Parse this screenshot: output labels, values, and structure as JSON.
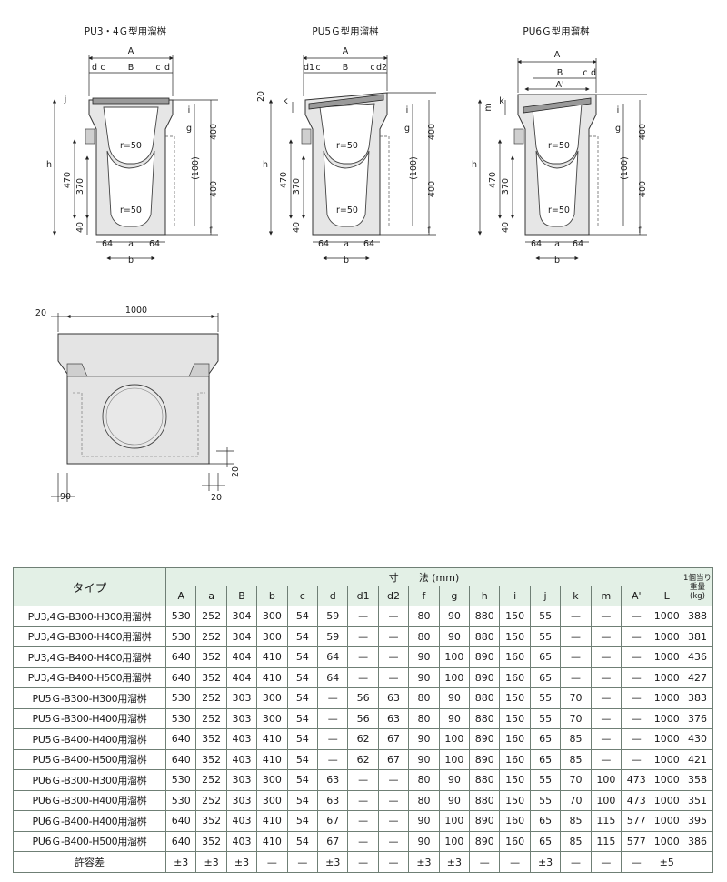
{
  "diagrams": [
    {
      "title": "PU3・4Ｇ型用溜桝",
      "top_labels": [
        "A",
        "d",
        "c",
        "B",
        "c",
        "d"
      ],
      "side_labels": {
        "h": "h",
        "j": "j",
        "g": "g",
        "i": "i",
        "f": "f",
        "d400a": "400",
        "d100": "(100)",
        "d400b": "400",
        "d470": "470",
        "d370": "370",
        "d40": "40"
      },
      "bottom_labels": {
        "left": "64",
        "a": "a",
        "right": "64",
        "b": "b"
      },
      "radius_labels": [
        "r=50",
        "r=50"
      ]
    },
    {
      "title": "PU5Ｇ型用溜桝",
      "top_labels": [
        "A",
        "d1",
        "c",
        "B",
        "c",
        "d2"
      ],
      "side_labels": {
        "h": "h",
        "k": "k",
        "d20": "20",
        "g": "g",
        "i": "i",
        "f": "f",
        "d400a": "400",
        "d100": "(100)",
        "d400b": "400",
        "d470": "470",
        "d370": "370",
        "d40": "40"
      },
      "bottom_labels": {
        "left": "64",
        "a": "a",
        "right": "64",
        "b": "b"
      },
      "radius_labels": [
        "r=50",
        "r=50"
      ]
    },
    {
      "title": "PU6Ｇ型用溜桝",
      "top_labels": [
        "A",
        "B",
        "c",
        "d",
        "A'"
      ],
      "side_labels": {
        "h": "h",
        "m": "m",
        "k": "k",
        "g": "g",
        "i": "i",
        "f": "f",
        "d400a": "400",
        "d100": "(100)",
        "d400b": "400",
        "d470": "470",
        "d370": "370",
        "d40": "40"
      },
      "bottom_labels": {
        "left": "64",
        "a": "a",
        "right": "64",
        "b": "b"
      },
      "radius_labels": [
        "r=50",
        "r=50"
      ]
    }
  ],
  "side_view": {
    "top_left": "20",
    "length": "1000",
    "right_a": "20",
    "right_b": "20",
    "bottom_left": "90"
  },
  "table": {
    "type_header": "タイプ",
    "dims_header": "寸　　法 (mm)",
    "weight_header": [
      "1個当り",
      "重量",
      "(kg)"
    ],
    "columns": [
      "A",
      "a",
      "B",
      "b",
      "c",
      "d",
      "d1",
      "d2",
      "f",
      "g",
      "h",
      "i",
      "j",
      "k",
      "m",
      "A'",
      "L"
    ],
    "rows": [
      {
        "type": "PU3,4Ｇ-B300-H300用溜桝",
        "values": [
          "530",
          "252",
          "304",
          "300",
          "54",
          "59",
          "—",
          "—",
          "80",
          "90",
          "880",
          "150",
          "55",
          "—",
          "—",
          "—",
          "1000"
        ],
        "weight": "388"
      },
      {
        "type": "PU3,4Ｇ-B300-H400用溜桝",
        "values": [
          "530",
          "252",
          "304",
          "300",
          "54",
          "59",
          "—",
          "—",
          "80",
          "90",
          "880",
          "150",
          "55",
          "—",
          "—",
          "—",
          "1000"
        ],
        "weight": "381"
      },
      {
        "type": "PU3,4Ｇ-B400-H400用溜桝",
        "values": [
          "640",
          "352",
          "404",
          "410",
          "54",
          "64",
          "—",
          "—",
          "90",
          "100",
          "890",
          "160",
          "65",
          "—",
          "—",
          "—",
          "1000"
        ],
        "weight": "436"
      },
      {
        "type": "PU3,4Ｇ-B400-H500用溜桝",
        "values": [
          "640",
          "352",
          "404",
          "410",
          "54",
          "64",
          "—",
          "—",
          "90",
          "100",
          "890",
          "160",
          "65",
          "—",
          "—",
          "—",
          "1000"
        ],
        "weight": "427"
      },
      {
        "type": "PU5Ｇ-B300-H300用溜桝",
        "values": [
          "530",
          "252",
          "303",
          "300",
          "54",
          "—",
          "56",
          "63",
          "80",
          "90",
          "880",
          "150",
          "55",
          "70",
          "—",
          "—",
          "1000"
        ],
        "weight": "383"
      },
      {
        "type": "PU5Ｇ-B300-H400用溜桝",
        "values": [
          "530",
          "252",
          "303",
          "300",
          "54",
          "—",
          "56",
          "63",
          "80",
          "90",
          "880",
          "150",
          "55",
          "70",
          "—",
          "—",
          "1000"
        ],
        "weight": "376"
      },
      {
        "type": "PU5Ｇ-B400-H400用溜桝",
        "values": [
          "640",
          "352",
          "403",
          "410",
          "54",
          "—",
          "62",
          "67",
          "90",
          "100",
          "890",
          "160",
          "65",
          "85",
          "—",
          "—",
          "1000"
        ],
        "weight": "430"
      },
      {
        "type": "PU5Ｇ-B400-H500用溜桝",
        "values": [
          "640",
          "352",
          "403",
          "410",
          "54",
          "—",
          "62",
          "67",
          "90",
          "100",
          "890",
          "160",
          "65",
          "85",
          "—",
          "—",
          "1000"
        ],
        "weight": "421"
      },
      {
        "type": "PU6Ｇ-B300-H300用溜桝",
        "values": [
          "530",
          "252",
          "303",
          "300",
          "54",
          "63",
          "—",
          "—",
          "80",
          "90",
          "880",
          "150",
          "55",
          "70",
          "100",
          "473",
          "1000"
        ],
        "weight": "358"
      },
      {
        "type": "PU6Ｇ-B300-H400用溜桝",
        "values": [
          "530",
          "252",
          "303",
          "300",
          "54",
          "63",
          "—",
          "—",
          "80",
          "90",
          "880",
          "150",
          "55",
          "70",
          "100",
          "473",
          "1000"
        ],
        "weight": "351"
      },
      {
        "type": "PU6Ｇ-B400-H400用溜桝",
        "values": [
          "640",
          "352",
          "403",
          "410",
          "54",
          "67",
          "—",
          "—",
          "90",
          "100",
          "890",
          "160",
          "65",
          "85",
          "115",
          "577",
          "1000"
        ],
        "weight": "395"
      },
      {
        "type": "PU6Ｇ-B400-H500用溜桝",
        "values": [
          "640",
          "352",
          "403",
          "410",
          "54",
          "67",
          "—",
          "—",
          "90",
          "100",
          "890",
          "160",
          "65",
          "85",
          "115",
          "577",
          "1000"
        ],
        "weight": "386"
      }
    ],
    "tolerance": {
      "label": "許容差",
      "values": [
        "±3",
        "±3",
        "±3",
        "—",
        "—",
        "±3",
        "—",
        "—",
        "±3",
        "±3",
        "—",
        "—",
        "±3",
        "—",
        "—",
        "—",
        "±5"
      ],
      "weight": ""
    }
  }
}
